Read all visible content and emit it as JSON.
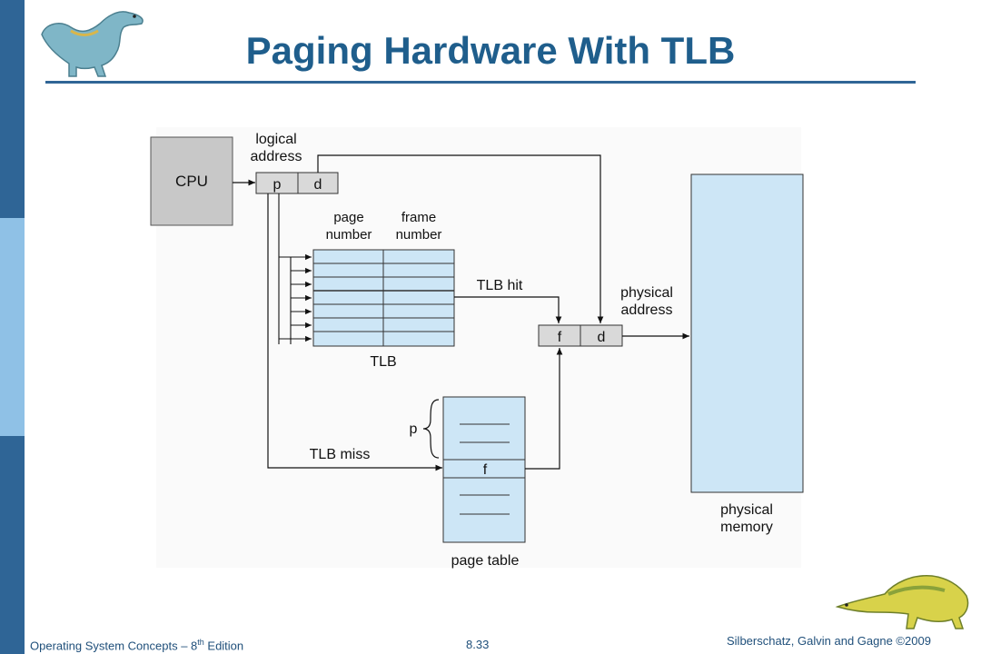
{
  "slide": {
    "title": "Paging Hardware With TLB",
    "footer_left": "Operating System Concepts – 8",
    "footer_left_sup": "th",
    "footer_left_suffix": " Edition",
    "footer_center": "8.33",
    "footer_right": "Silberschatz, Galvin and Gagne ©2009"
  },
  "diagram": {
    "cpu_label": "CPU",
    "logical_address_line1": "logical",
    "logical_address_line2": "address",
    "p_label": "p",
    "d_label": "d",
    "page_number_line1": "page",
    "page_number_line2": "number",
    "frame_number_line1": "frame",
    "frame_number_line2": "number",
    "tlb_label": "TLB",
    "tlb_hit_label": "TLB hit",
    "tlb_miss_label": "TLB miss",
    "physical_address_line1": "physical",
    "physical_address_line2": "address",
    "f_label": "f",
    "d2_label": "d",
    "p_brace_label": "p",
    "page_table_f_label": "f",
    "page_table_label": "page table",
    "physical_memory_line1": "physical",
    "physical_memory_line2": "memory"
  },
  "colors": {
    "accent": "#2f6596",
    "title": "#1f5e8c",
    "table_fill": "#cde6f6",
    "cpu_fill": "#c8c8c8",
    "register_fill": "#d9d9d9"
  }
}
